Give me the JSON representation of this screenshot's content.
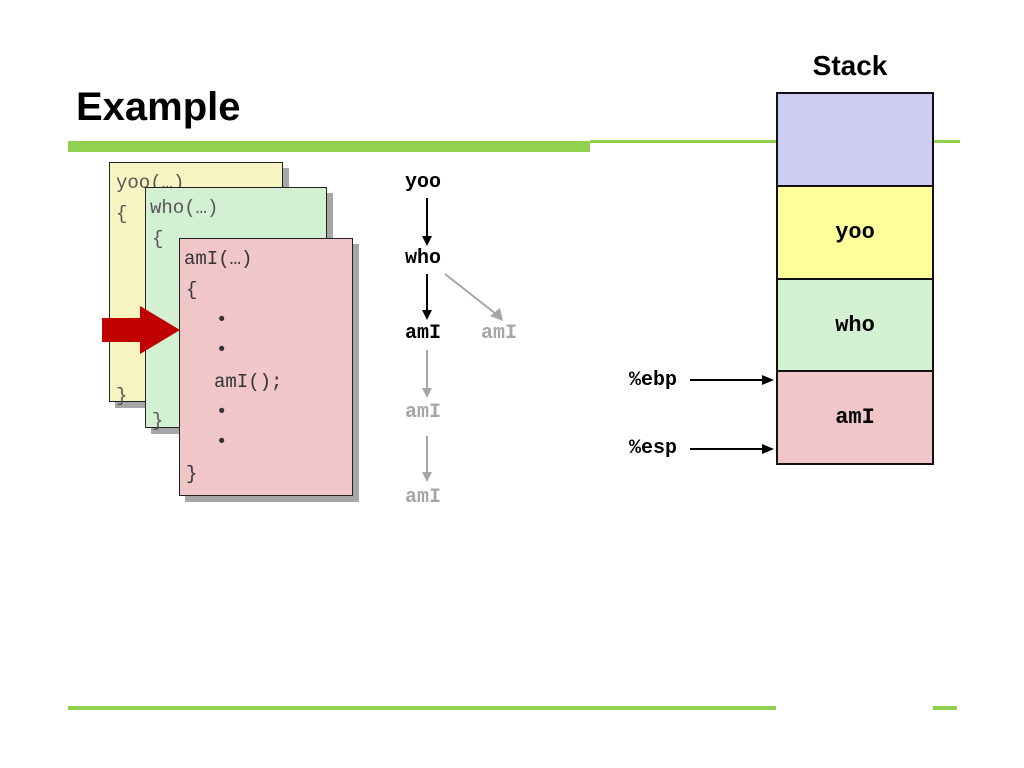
{
  "slide": {
    "title": "Example"
  },
  "code_cards": {
    "yoo": {
      "lines": [
        "yoo(…)",
        "{",
        "}"
      ]
    },
    "who": {
      "lines": [
        "who(…)",
        "{",
        "}"
      ]
    },
    "ami": {
      "lines": [
        "amI(…)",
        "{",
        "•",
        "•",
        "amI();",
        "•",
        "•",
        "}"
      ]
    }
  },
  "call_tree": {
    "yoo": "yoo",
    "who": "who",
    "ami_1": "amI",
    "ami_side": "amI",
    "ami_2": "amI",
    "ami_3": "amI"
  },
  "stack": {
    "title": "Stack",
    "frames": [
      {
        "label": "",
        "color": "#ccccf2"
      },
      {
        "label": "yoo",
        "color": "#ffff99"
      },
      {
        "label": "who",
        "color": "#d3f0d3"
      },
      {
        "label": "amI",
        "color": "#f0c6c8"
      }
    ],
    "registers": {
      "ebp": "%ebp",
      "esp": "%esp"
    }
  },
  "colors": {
    "accent_green": "#92d050",
    "arrow_red": "#c00000",
    "muted_grey": "#a6a6a6"
  }
}
